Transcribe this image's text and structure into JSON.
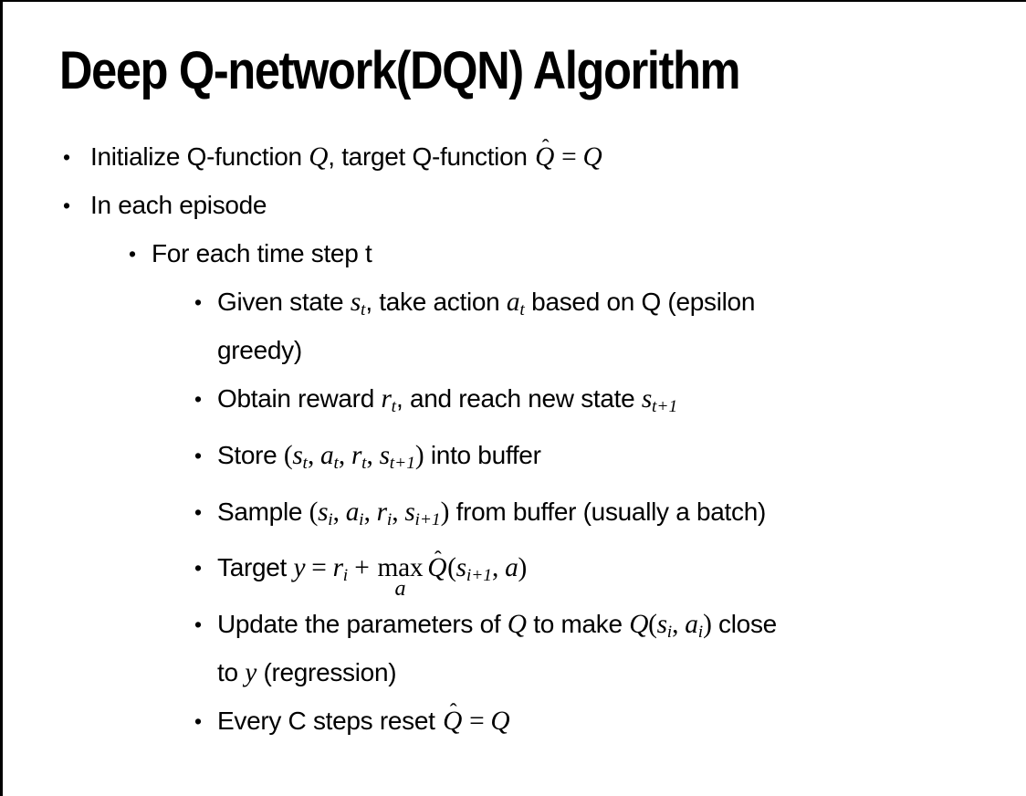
{
  "page": {
    "background": "#ffffff",
    "border_color": "#000000",
    "text_color": "#000000"
  },
  "slide": {
    "title": "Deep Q-network(DQN) Algorithm",
    "bullet_char": "•",
    "bullets": [
      {
        "level": 1,
        "extra_space": true,
        "segments": [
          {
            "k": "t",
            "v": "Initialize Q-function "
          },
          {
            "k": "m",
            "v": "Q"
          },
          {
            "k": "t",
            "v": ", target Q-function "
          },
          {
            "k": "hat",
            "v": "Q"
          },
          {
            "k": "mt",
            "v": " = "
          },
          {
            "k": "m",
            "v": "Q"
          }
        ]
      },
      {
        "level": 1,
        "segments": [
          {
            "k": "t",
            "v": "In each episode"
          }
        ]
      },
      {
        "level": 2,
        "segments": [
          {
            "k": "t",
            "v": "For each time step t"
          }
        ]
      },
      {
        "level": 3,
        "segments": [
          {
            "k": "t",
            "v": "Given state "
          },
          {
            "k": "msub",
            "b": "s",
            "s": "t"
          },
          {
            "k": "t",
            "v": ", take action "
          },
          {
            "k": "msub",
            "b": "a",
            "s": "t"
          },
          {
            "k": "t",
            "v": " based on Q (epsilon"
          },
          {
            "k": "br"
          },
          {
            "k": "t",
            "v": "greedy)"
          }
        ]
      },
      {
        "level": 3,
        "segments": [
          {
            "k": "t",
            "v": "Obtain reward "
          },
          {
            "k": "msub",
            "b": "r",
            "s": "t"
          },
          {
            "k": "t",
            "v": ", and reach new state "
          },
          {
            "k": "msub",
            "b": "s",
            "s": "t+1"
          }
        ]
      },
      {
        "level": 3,
        "segments": [
          {
            "k": "t",
            "v": "Store "
          },
          {
            "k": "mt",
            "v": "("
          },
          {
            "k": "msub",
            "b": "s",
            "s": "t"
          },
          {
            "k": "mt",
            "v": ", "
          },
          {
            "k": "msub",
            "b": "a",
            "s": "t"
          },
          {
            "k": "mt",
            "v": ", "
          },
          {
            "k": "msub",
            "b": "r",
            "s": "t"
          },
          {
            "k": "mt",
            "v": ", "
          },
          {
            "k": "msub",
            "b": "s",
            "s": "t+1"
          },
          {
            "k": "mt",
            "v": ")"
          },
          {
            "k": "t",
            "v": " into buffer"
          }
        ]
      },
      {
        "level": 3,
        "segments": [
          {
            "k": "t",
            "v": "Sample "
          },
          {
            "k": "mt",
            "v": "("
          },
          {
            "k": "msub",
            "b": "s",
            "s": "i"
          },
          {
            "k": "mt",
            "v": ", "
          },
          {
            "k": "msub",
            "b": "a",
            "s": "i"
          },
          {
            "k": "mt",
            "v": ", "
          },
          {
            "k": "msub",
            "b": "r",
            "s": "i"
          },
          {
            "k": "mt",
            "v": ", "
          },
          {
            "k": "msub",
            "b": "s",
            "s": "i+1"
          },
          {
            "k": "mt",
            "v": ")"
          },
          {
            "k": "t",
            "v": " from buffer (usually a batch)"
          }
        ]
      },
      {
        "level": 3,
        "understack": true,
        "segments": [
          {
            "k": "t",
            "v": "Target "
          },
          {
            "k": "m",
            "v": "y"
          },
          {
            "k": "mt",
            "v": " = "
          },
          {
            "k": "msub",
            "b": "r",
            "s": "i"
          },
          {
            "k": "mt",
            "v": " + "
          },
          {
            "k": "max",
            "op": "max",
            "under": "a"
          },
          {
            "k": "hat",
            "v": "Q"
          },
          {
            "k": "mt",
            "v": "("
          },
          {
            "k": "msub",
            "b": "s",
            "s": "i+1"
          },
          {
            "k": "mt",
            "v": ", "
          },
          {
            "k": "m",
            "v": "a"
          },
          {
            "k": "mt",
            "v": ")"
          }
        ]
      },
      {
        "level": 3,
        "segments": [
          {
            "k": "t",
            "v": "Update the parameters of "
          },
          {
            "k": "m",
            "v": "Q"
          },
          {
            "k": "t",
            "v": " to make "
          },
          {
            "k": "m",
            "v": "Q"
          },
          {
            "k": "mt",
            "v": "("
          },
          {
            "k": "msub",
            "b": "s",
            "s": "i"
          },
          {
            "k": "mt",
            "v": ", "
          },
          {
            "k": "msub",
            "b": "a",
            "s": "i"
          },
          {
            "k": "mt",
            "v": ")"
          },
          {
            "k": "t",
            "v": " close"
          },
          {
            "k": "br"
          },
          {
            "k": "t",
            "v": "to "
          },
          {
            "k": "m",
            "v": "y"
          },
          {
            "k": "t",
            "v": " (regression)"
          }
        ]
      },
      {
        "level": 3,
        "segments": [
          {
            "k": "t",
            "v": "Every C steps reset "
          },
          {
            "k": "hat",
            "v": "Q"
          },
          {
            "k": "mt",
            "v": " = "
          },
          {
            "k": "m",
            "v": "Q"
          }
        ]
      }
    ]
  }
}
